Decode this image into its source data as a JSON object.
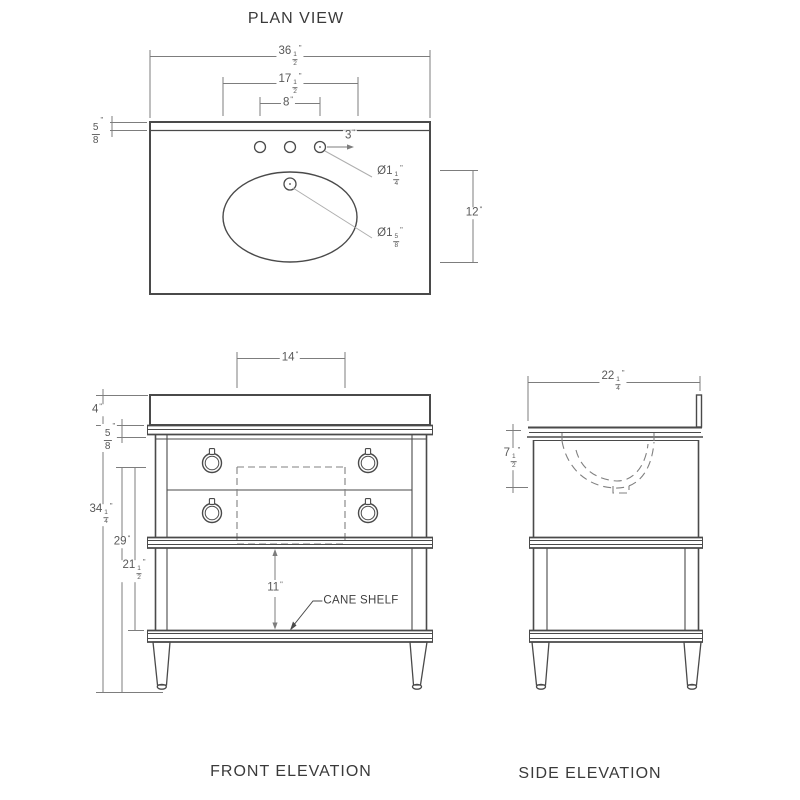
{
  "titles": {
    "plan": "PLAN VIEW",
    "front": "FRONT ELEVATION",
    "side": "SIDE ELEVATION"
  },
  "notes": {
    "cane_shelf": "CANE SHELF"
  },
  "units": {
    "inch": "\""
  },
  "symbols": {
    "diameter_prefix": "Ø"
  },
  "dimensions": {
    "plan": {
      "overall_width": {
        "whole": "36",
        "num": "1",
        "den": "2"
      },
      "faucet_group_width": {
        "whole": "17",
        "num": "1",
        "den": "2"
      },
      "faucet_spread": {
        "whole": "8"
      },
      "counter_edge": {
        "num": "5",
        "den": "8"
      },
      "hole_offset": {
        "whole": "3"
      },
      "faucet_hole_dia": {
        "whole": "1",
        "num": "1",
        "den": "4"
      },
      "drain_hole_dia": {
        "whole": "1",
        "num": "5",
        "den": "8"
      },
      "sink_depth": {
        "whole": "12"
      }
    },
    "front": {
      "cutout_width": {
        "whole": "14"
      },
      "backsplash_height": {
        "whole": "4"
      },
      "counter_thickness": {
        "num": "5",
        "den": "8"
      },
      "overall_height": {
        "whole": "34",
        "num": "1",
        "den": "4"
      },
      "body_height": {
        "whole": "29"
      },
      "shelf_height": {
        "whole": "21",
        "num": "1",
        "den": "2"
      },
      "shelf_clearance": {
        "whole": "11"
      }
    },
    "side": {
      "overall_depth": {
        "whole": "22",
        "num": "1",
        "den": "4"
      },
      "bowl_depth": {
        "whole": "7",
        "num": "1",
        "den": "2"
      }
    }
  },
  "colors": {
    "object_line": "#4a4a4a",
    "dimension_line": "#7d7d7d",
    "leader_line": "#aeaeae",
    "dimension_text": "#585858",
    "background": "#ffffff"
  }
}
